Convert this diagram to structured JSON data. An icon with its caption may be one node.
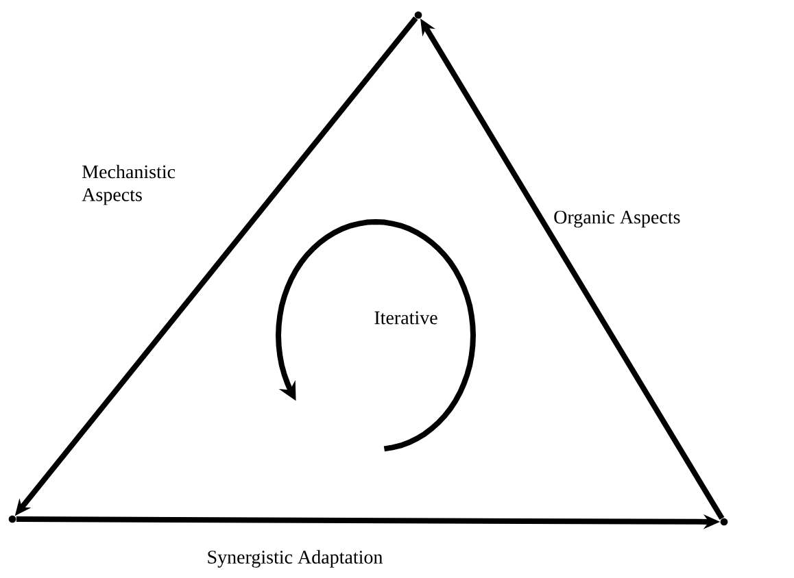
{
  "diagram": {
    "nodes": [
      {
        "text": [],
        "shape": "point"
      },
      {
        "text": [],
        "shape": "point"
      },
      {
        "text": [],
        "shape": "point"
      }
    ],
    "edges": [
      {
        "from": 0,
        "to": 1,
        "arrow": "to",
        "label": "Mechanistic Aspects"
      },
      {
        "from": 1,
        "to": 2,
        "arrow": "to",
        "label": "Synergistic Adaptation"
      },
      {
        "from": 2,
        "to": 0,
        "arrow": "to",
        "label": "Organic Aspects"
      }
    ],
    "labels": [
      "Iterative"
    ]
  }
}
